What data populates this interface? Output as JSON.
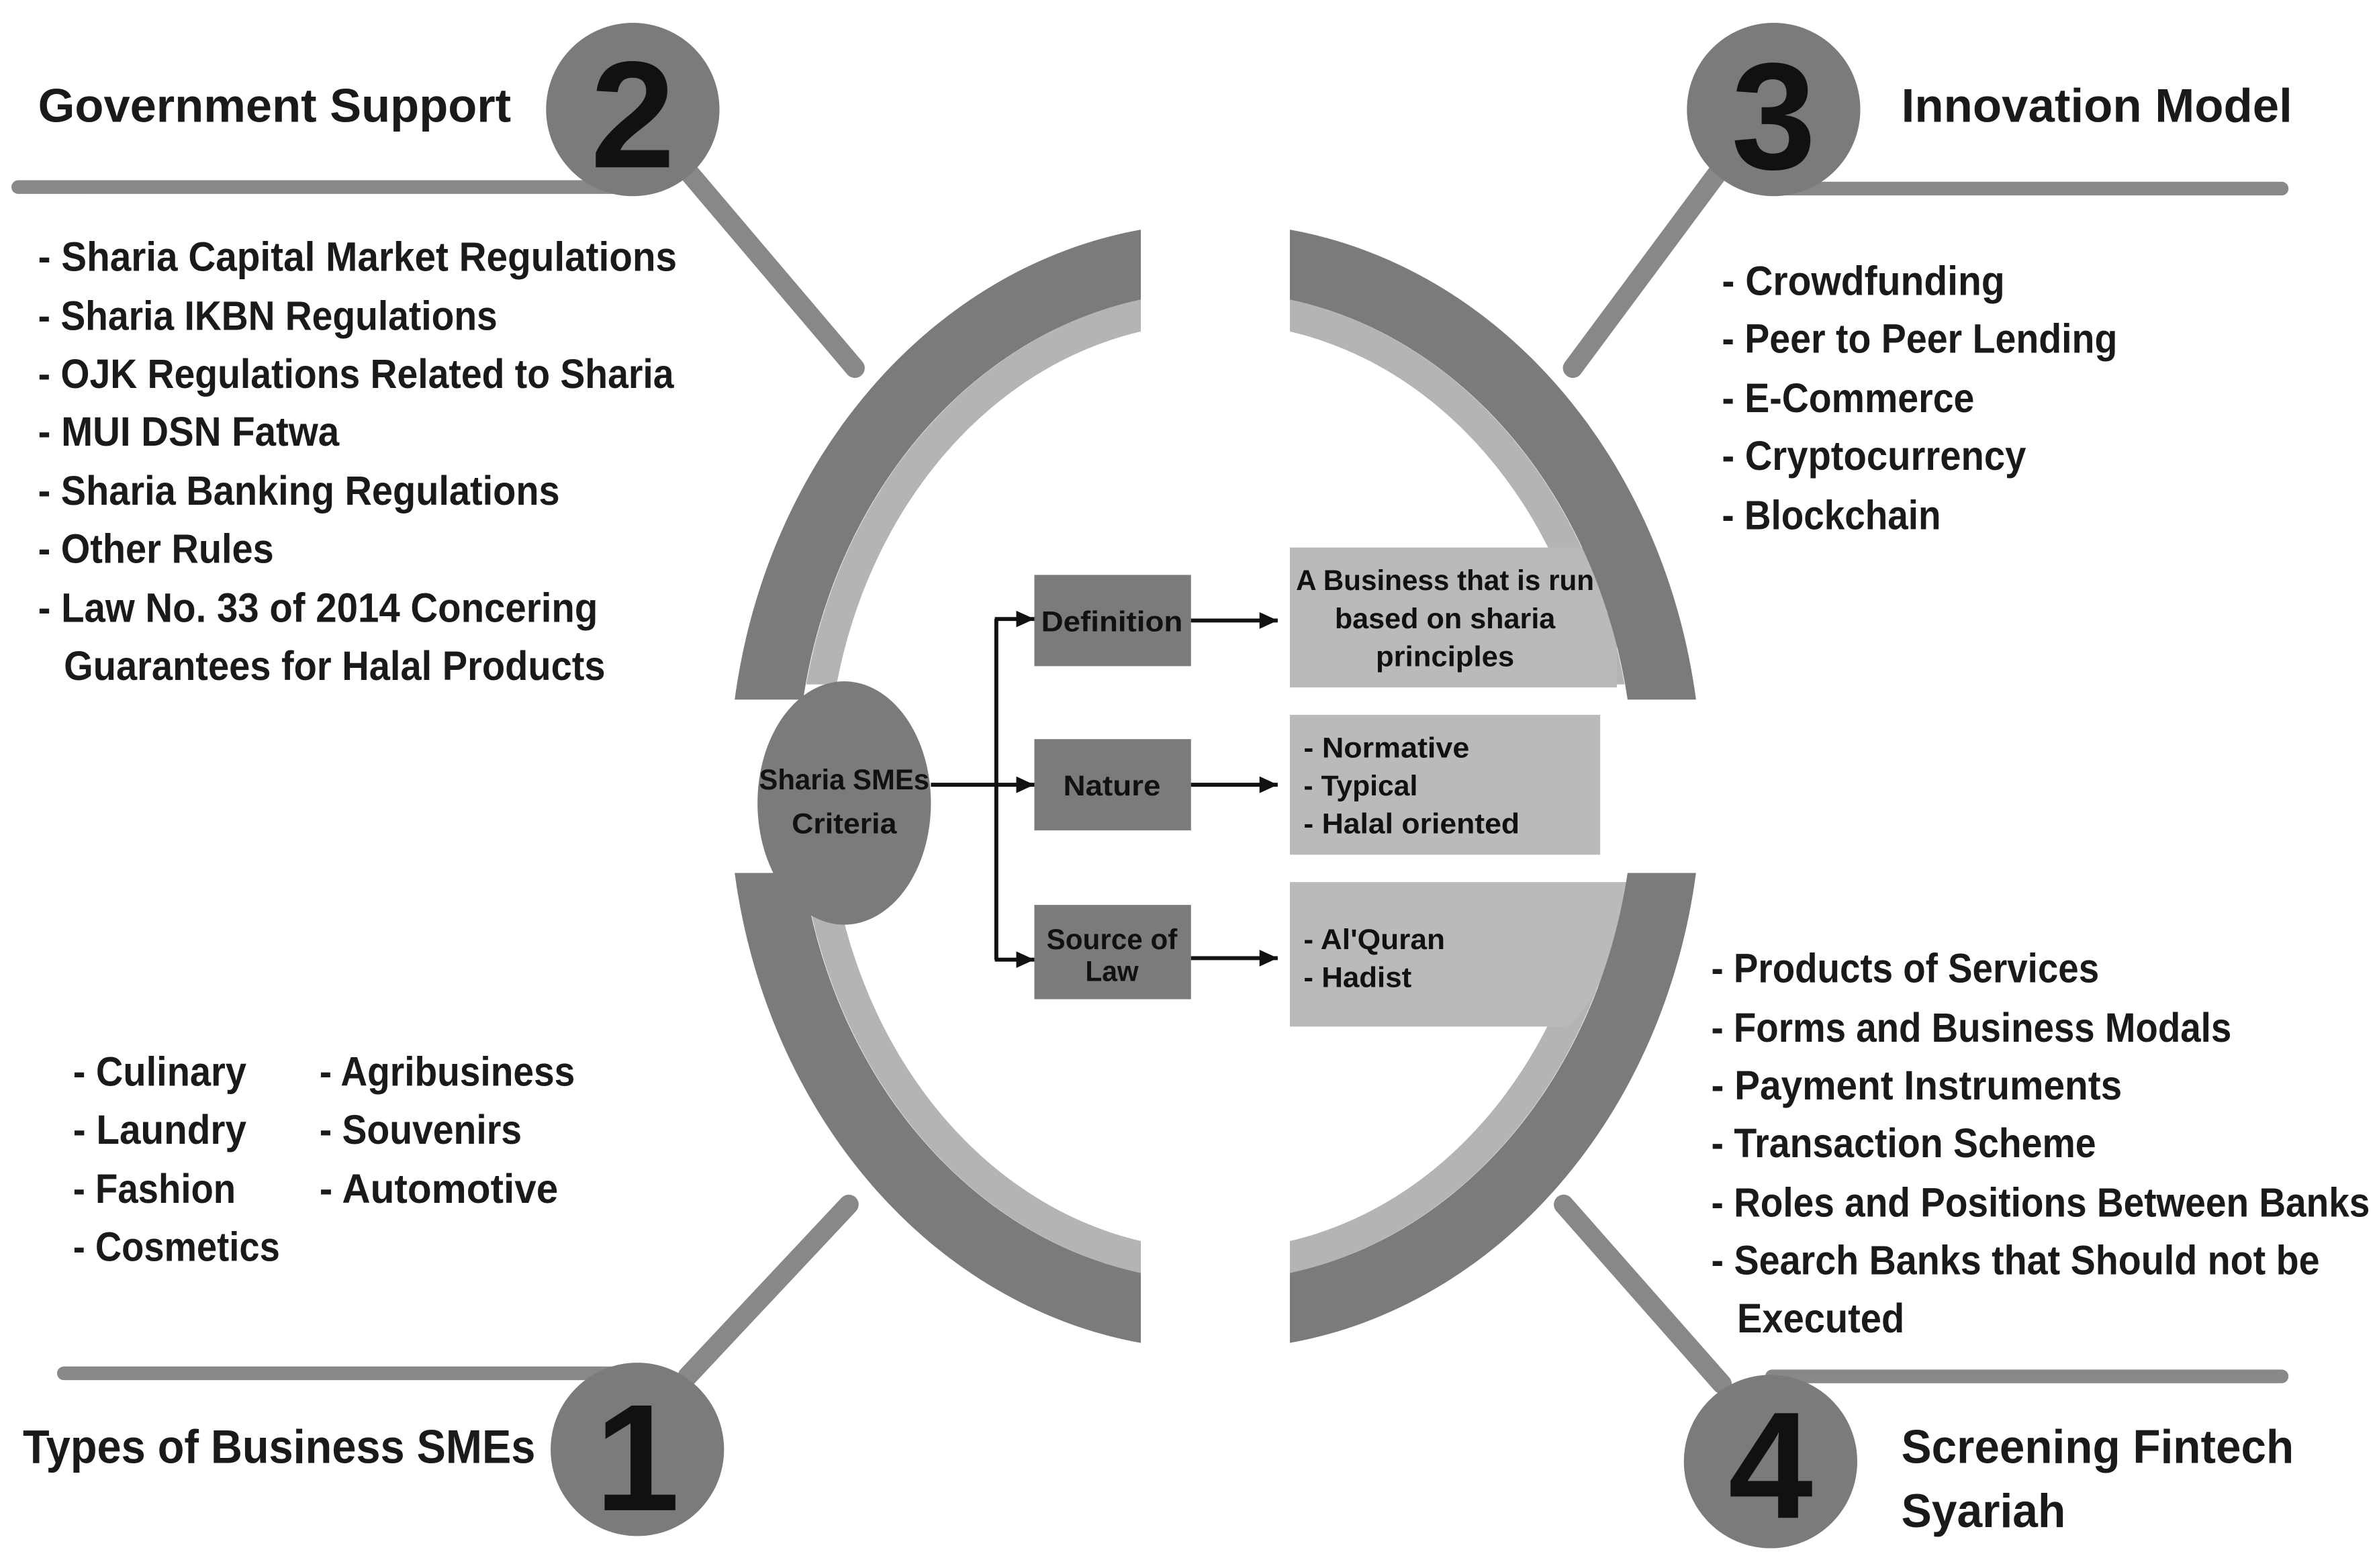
{
  "colors": {
    "badge": "#7b7b7b",
    "arc_dark": "#7b7b7b",
    "arc_light": "#b4b4b4",
    "label_box": "#7b7b7b",
    "detail_box": "#bababa",
    "line": "#888888",
    "text": "#1a1a1a"
  },
  "types_of_business": {
    "number": "1",
    "title": "Types of Business SMEs",
    "column_1": [
      "- Culinary",
      "- Laundry",
      "- Fashion",
      "- Cosmetics"
    ],
    "column_2": [
      "- Agribusiness",
      "- Souvenirs",
      "- Automotive"
    ]
  },
  "government_support": {
    "number": "2",
    "title": "Government Support",
    "lines": [
      "- Sharia Capital Market Regulations",
      "- Sharia IKBN Regulations",
      "- OJK Regulations Related to Sharia",
      "- MUI DSN Fatwa",
      "- Sharia Banking Regulations",
      "- Other Rules",
      "- Law No. 33 of 2014 Concering",
      "Guarantees for Halal Products"
    ]
  },
  "innovation_model": {
    "number": "3",
    "title": "Innovation Model",
    "lines": [
      "- Crowdfunding",
      "- Peer to Peer Lending",
      "- E-Commerce",
      "- Cryptocurrency",
      "- Blockchain"
    ]
  },
  "screening_fintech": {
    "number": "4",
    "title_lines": [
      "Screening Fintech",
      "Syariah"
    ],
    "lines": [
      "- Products of Services",
      "- Forms and Business Modals",
      "- Payment Instruments",
      "- Transaction Scheme",
      "- Roles and Positions Between Banks",
      "- Search Banks that Should not be",
      "Executed"
    ]
  },
  "center": {
    "hub_lines": [
      "Sharia SMEs",
      "Criteria"
    ],
    "criteria": [
      {
        "label_lines": [
          "Definition"
        ],
        "detail_lines": [
          "A Business that is run",
          "based on sharia",
          "principles"
        ]
      },
      {
        "label_lines": [
          "Nature"
        ],
        "detail_lines": [
          "- Normative",
          "- Typical",
          "- Halal oriented"
        ]
      },
      {
        "label_lines": [
          "Source of",
          "Law"
        ],
        "detail_lines": [
          "- Al'Quran",
          "- Hadist"
        ]
      }
    ]
  }
}
